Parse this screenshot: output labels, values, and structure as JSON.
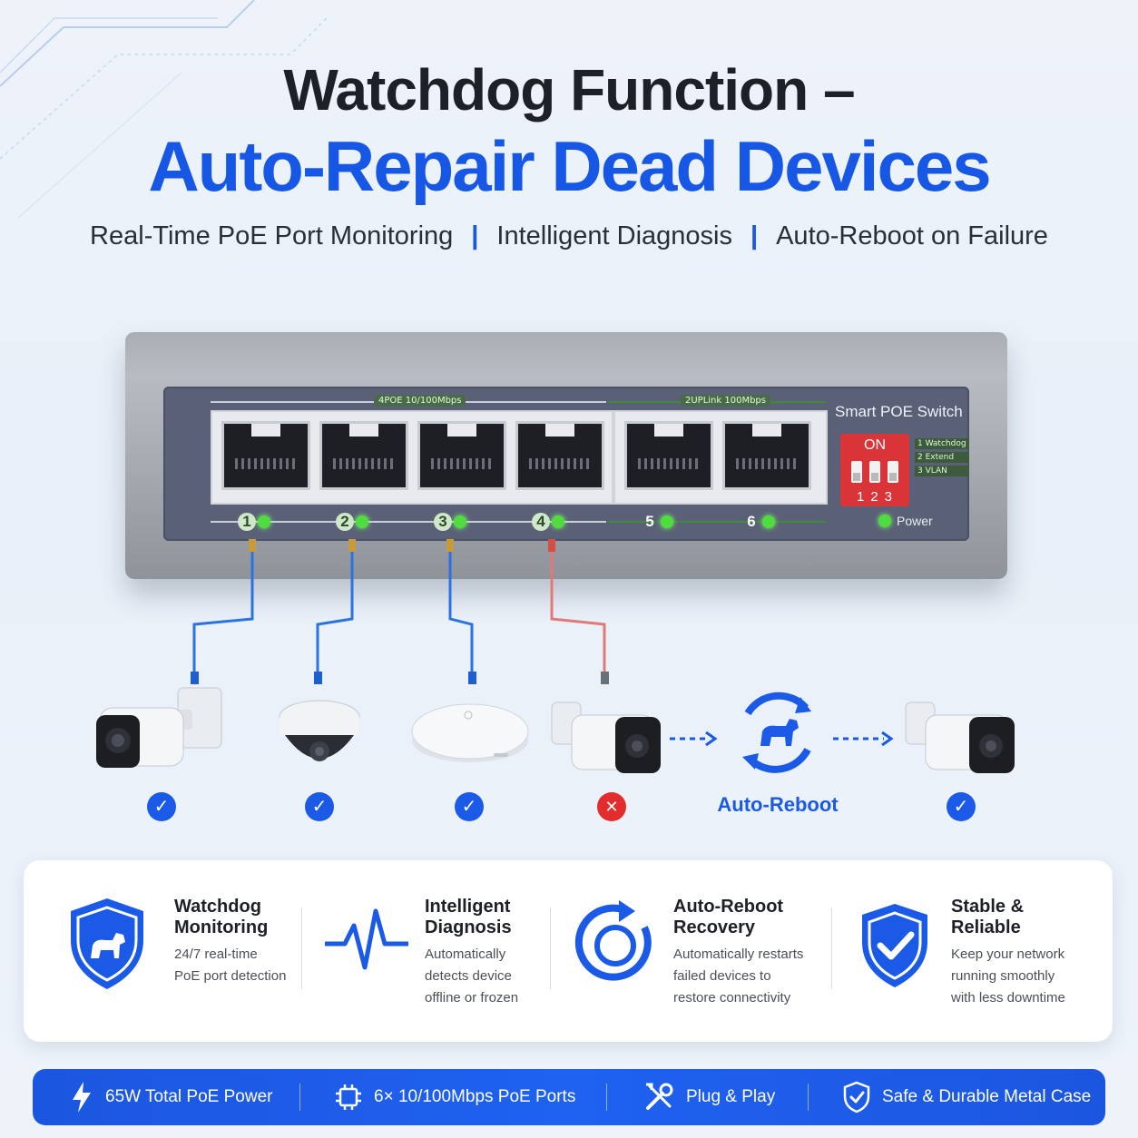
{
  "headline": {
    "line1": "Watchdog Function –",
    "line2": "Auto-Repair Dead Devices"
  },
  "subtitle": {
    "items": [
      "Real-Time PoE Port Monitoring",
      "Intelligent Diagnosis",
      "Auto-Reboot on Failure"
    ],
    "separator": "|"
  },
  "switch": {
    "group_poe_label": "4POE 10/100Mbps",
    "group_uplink_label": "2UPLink 100Mbps",
    "brand": "Smart POE Switch",
    "dip": {
      "on_label": "ON",
      "numbers": "123",
      "legend": [
        "1 Watchdog",
        "2 Extend",
        "3 VLAN"
      ]
    },
    "ports": [
      "1",
      "2",
      "3",
      "4",
      "5",
      "6"
    ],
    "power_label": "Power"
  },
  "devices": {
    "statuses": [
      "ok",
      "ok",
      "ok",
      "fail",
      "ok"
    ],
    "auto_reboot_label": "Auto-Reboot"
  },
  "features": [
    {
      "title_1": "Watchdog",
      "title_2": "Monitoring",
      "desc": [
        "24/7 real-time",
        "PoE port detection"
      ],
      "icon": "shield-dog-icon"
    },
    {
      "title_1": "Intelligent",
      "title_2": "Diagnosis",
      "desc": [
        "Automatically",
        "detects device",
        "offline or frozen"
      ],
      "icon": "heartbeat-icon"
    },
    {
      "title_1": "Auto-Reboot",
      "title_2": "Recovery",
      "desc": [
        "Automatically restarts",
        "failed devices to",
        "restore connectivity"
      ],
      "icon": "refresh-icon"
    },
    {
      "title_1": "Stable &",
      "title_2": "Reliable",
      "desc": [
        "Keep your network",
        "running smoothly",
        "with less downtime"
      ],
      "icon": "shield-check-icon"
    }
  ],
  "bottom_bar": [
    {
      "label": "65W Total PoE Power",
      "icon": "lightning-icon"
    },
    {
      "label": "6× 10/100Mbps PoE Ports",
      "icon": "chip-icon"
    },
    {
      "label": "Plug & Play",
      "icon": "tools-icon"
    },
    {
      "label": "Safe & Durable Metal Case",
      "icon": "shield-check-icon"
    }
  ],
  "colors": {
    "accent": "#1657e6",
    "ok": "#1a5ae6",
    "fail": "#e32c2c",
    "led": "#4fdc3f"
  }
}
